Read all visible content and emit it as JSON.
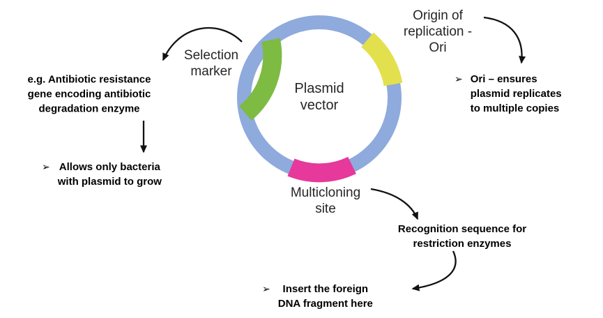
{
  "diagram": {
    "colors": {
      "ring": "#8FAADC",
      "selection_marker": "#7DBB42",
      "ori": "#E3E04D",
      "mcs": "#E6399B"
    },
    "plasmid_label": "Plasmid\nvector",
    "segment_labels": {
      "selection_marker": "Selection\nmarker",
      "ori": "Origin of\nreplication -\nOri",
      "mcs": "Multicloning\nsite"
    },
    "annotations": {
      "selection_desc": "e.g. Antibiotic resistance\ngene encoding antibiotic\ndegradation enzyme",
      "selection_point_bullet": "➢",
      "selection_point": "Allows only bacteria\nwith plasmid to grow",
      "ori_point_bullet": "➢",
      "ori_point": "Ori – ensures\nplasmid replicates\nto multiple copies",
      "mcs_desc": "Recognition sequence for\nrestriction enzymes",
      "mcs_point_bullet": "➢",
      "mcs_point": "Insert the foreign\nDNA fragment here"
    }
  }
}
